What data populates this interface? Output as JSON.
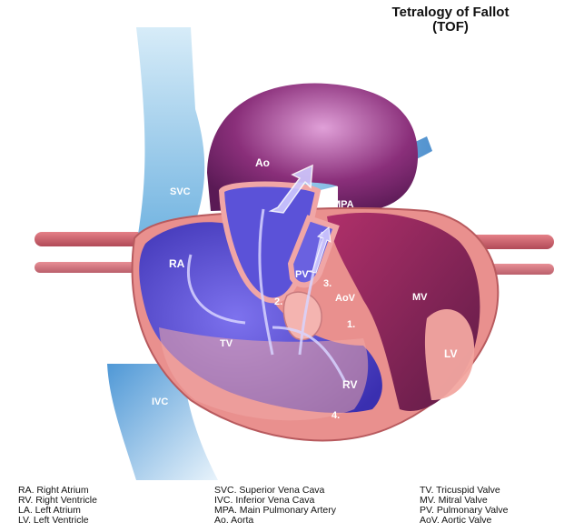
{
  "title": {
    "line1": "Tetralogy of Fallot",
    "line2": "(TOF)"
  },
  "labels": {
    "ao": "Ao",
    "svc": "SVC",
    "mpa": "MPA",
    "ra": "RA",
    "pv": "PV",
    "num3": "3.",
    "aov": "AoV",
    "num2": "2.",
    "mv": "MV",
    "num1": "1.",
    "tv": "TV",
    "lv": "LV",
    "rv": "RV",
    "ivc": "IVC",
    "num4": "4."
  },
  "legend": {
    "col1": [
      "RA. Right Atrium",
      "RV. Right Ventricle",
      "LA. Left Atrium",
      "LV. Left Ventricle"
    ],
    "col2": [
      "SVC. Superior Vena Cava",
      "IVC. Inferior Vena Cava",
      "MPA. Main Pulmonary Artery",
      "Ao. Aorta"
    ],
    "col3": [
      "TV. Tricuspid Valve",
      "MV. Mitral Valve",
      "PV. Pulmonary Valve",
      "AoV. Aortic Valve"
    ]
  },
  "colors": {
    "deoxygenated": "#5a4fd6",
    "oxygenated": "#8e2a5a",
    "muscle": "#e58a8a",
    "vein_light": "#9fd0ee",
    "artery_red": "#c8414e"
  }
}
